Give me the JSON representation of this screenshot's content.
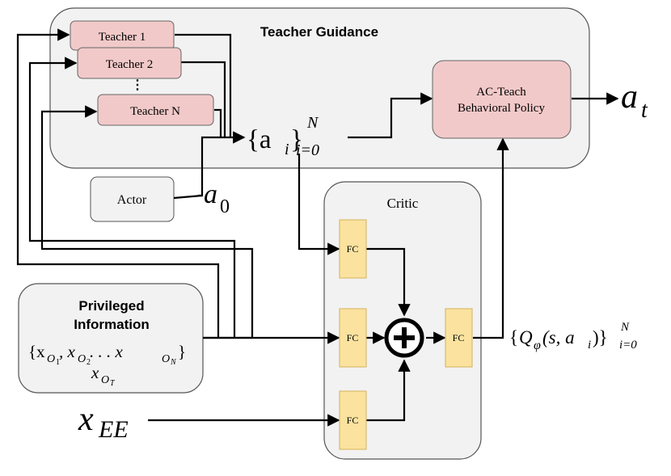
{
  "teacher_guidance": {
    "title": "Teacher Guidance"
  },
  "teachers": [
    {
      "label": "Teacher 1"
    },
    {
      "label": "Teacher 2"
    },
    {
      "label": "Teacher N"
    }
  ],
  "ellipsis": "⋮",
  "actions_set": {
    "main": "{a",
    "sub": "i",
    "close": "}",
    "sup": "N",
    "lower": "i=0"
  },
  "policy": {
    "line1": "AC-Teach",
    "line2": "Behavioral Policy"
  },
  "output_action": {
    "main": "a",
    "sub": "t"
  },
  "actor": {
    "label": "Actor"
  },
  "actor_action": {
    "main": "a",
    "sub": "0"
  },
  "critic": {
    "title": "Critic",
    "fc_label": "FC",
    "plus": "+"
  },
  "q_values": {
    "open": "{",
    "q": "Q",
    "phi": "φ",
    "args": "(s, a",
    "args_sub": "i",
    "close": ")}",
    "sup": "N",
    "lower": "i=0"
  },
  "privileged": {
    "line1": "Privileged",
    "line2": "Information",
    "x_set": {
      "open": "{x",
      "s1": "O",
      "s1b": "1",
      "mid1": ", x",
      "s2": "O",
      "s2b": "2",
      "dots": " . . . x",
      "sN": "O",
      "sNb": "N",
      "close": "}"
    },
    "x_task": {
      "main": "x",
      "sub": "O",
      "subsub": "T"
    }
  },
  "ee": {
    "main": "x",
    "sub": "EE"
  },
  "colors": {
    "teacher_fill": "#f2c9c9",
    "fc_fill": "#fbe29f",
    "fc_stroke": "#d4b15a",
    "panel_fill": "#f2f2f2",
    "line": "#000000"
  }
}
